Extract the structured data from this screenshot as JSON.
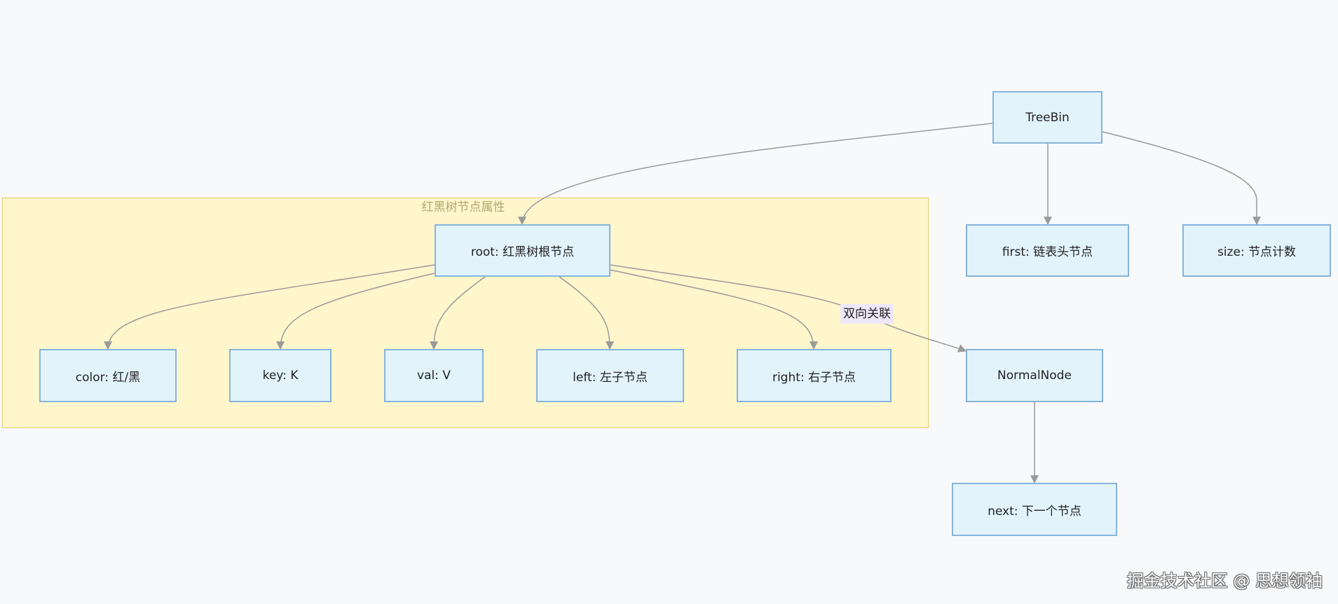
{
  "diagram": {
    "cluster_title": "红黑树节点属性",
    "nodes": {
      "treebin": "TreeBin",
      "root": "root: 红黑树根节点",
      "first": "first: 链表头节点",
      "size": "size: 节点计数",
      "color": "color: 红/黑",
      "key": "key: K",
      "val": "val: V",
      "left": "left: 左子节点",
      "right": "right: 右子节点",
      "normalnode": "NormalNode",
      "next": "next: 下一个节点"
    },
    "edge_label": "双向关联",
    "edges": [
      {
        "from": "treebin",
        "to": "root"
      },
      {
        "from": "treebin",
        "to": "first"
      },
      {
        "from": "treebin",
        "to": "size"
      },
      {
        "from": "root",
        "to": "color"
      },
      {
        "from": "root",
        "to": "key"
      },
      {
        "from": "root",
        "to": "val"
      },
      {
        "from": "root",
        "to": "left"
      },
      {
        "from": "root",
        "to": "right"
      },
      {
        "from": "root",
        "to": "normalnode",
        "label": "双向关联"
      },
      {
        "from": "normalnode",
        "to": "next"
      }
    ],
    "colors": {
      "background": "#f8f9fb",
      "node_fill": "#e3f3fc",
      "node_border": "#86b4dc",
      "cluster_fill": "#fff6cc",
      "cluster_border": "#e8c86a",
      "cluster_title": "#b4a674",
      "edge": "#9a9a9a",
      "edge_label_bg": "#eee7fa"
    }
  },
  "watermark": "掘金技术社区 @ 思想领袖"
}
